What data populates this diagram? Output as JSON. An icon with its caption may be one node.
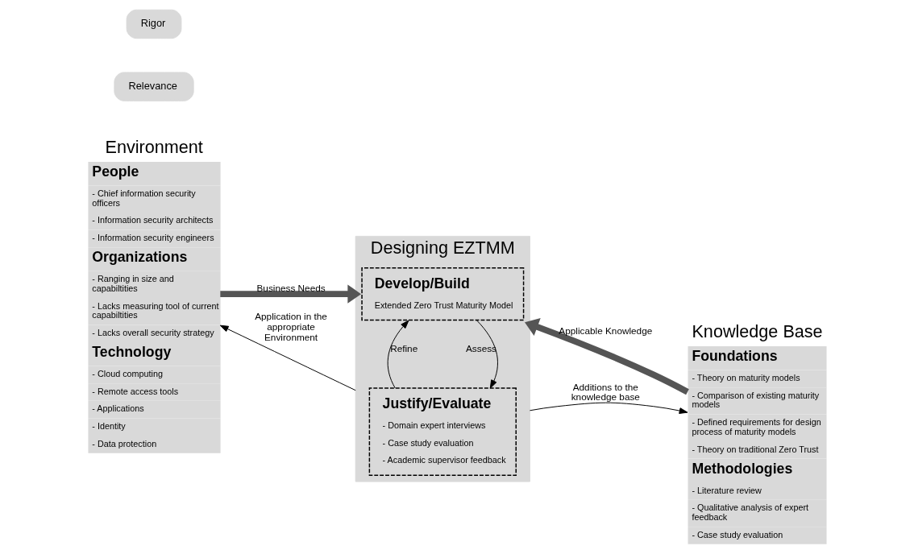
{
  "diagram": {
    "nodes": [
      {
        "text": [
          "Environment",
          "People",
          "- Chief information security officers",
          "- Information security architects",
          "- Information security engineers",
          "Organizations",
          "- Ranging in size and capabiltities",
          "- Lacks measuring tool of current capabiltities",
          "- Lacks overall security strategy",
          "Technology",
          "- Cloud computing",
          "- Remote access tools",
          "- Applications",
          "- Identity",
          "- Data protection"
        ]
      },
      {
        "text": [
          "Relevance"
        ]
      },
      {
        "text": [
          "Designing EZTMM"
        ]
      },
      {
        "text": [
          "Rigor"
        ]
      },
      {
        "text": [
          "Knowledge Base",
          "Foundations",
          "- Theory on maturity models",
          "- Comparison of existing maturity models",
          "- Defined requirements for design process of maturity models",
          "- Theory on traditional Zero Trust",
          "Methodologies",
          "- Literature review",
          "- Qualitative analysis of expert feedback",
          "- Case study evaluation"
        ]
      },
      {
        "text": [
          "Develop/Build",
          "Extended Zero Trust Maturity Model"
        ],
        "in": 2
      },
      {
        "text": [
          "Justify/Evaluate",
          "- Domain expert interviews",
          "- Case study evaluation",
          "- Academic supervisor feedback"
        ],
        "in": 2
      }
    ],
    "edges": [
      {
        "from": 0,
        "to": 2,
        "arrow": "to",
        "label": "Business Needs",
        "style": "thick",
        "color": "#555555"
      },
      {
        "from": 4,
        "to": 2,
        "arrow": "to",
        "label": "Applicable Knowledge",
        "style": "thick",
        "color": "#555555"
      },
      {
        "from": 5,
        "to": 6,
        "arrow": "to",
        "label": "Assess"
      },
      {
        "from": 6,
        "to": 5,
        "arrow": "to",
        "label": "Refine"
      },
      {
        "from": 2,
        "to": 0,
        "arrow": "to",
        "label": "Application in the appropriate Environment"
      },
      {
        "from": 2,
        "to": 4,
        "arrow": "to",
        "label": "Additions to the knowledge base"
      }
    ]
  }
}
